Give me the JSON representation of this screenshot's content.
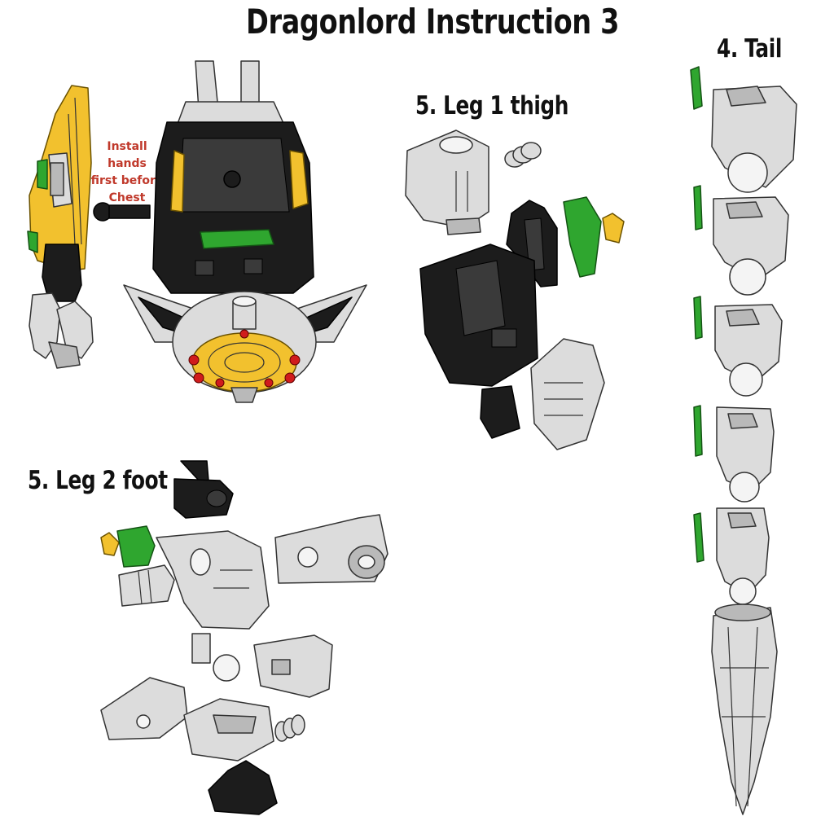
{
  "title": "Dragonlord Instruction 3",
  "sections": {
    "tail": {
      "label": "4. Tail"
    },
    "thigh": {
      "label": "5. Leg 1 thigh"
    },
    "foot": {
      "label": "5. Leg 2 foot"
    }
  },
  "note": {
    "lines": [
      "Install hands",
      "first before",
      "Chest"
    ]
  },
  "colors": {
    "part_gray": "#dcdcdc",
    "part_black": "#1c1c1c",
    "part_green": "#2fa62f",
    "part_yellow": "#f2c12e",
    "accent_red": "#d01c1c",
    "note_red": "#c0392b",
    "outline": "#333333"
  }
}
